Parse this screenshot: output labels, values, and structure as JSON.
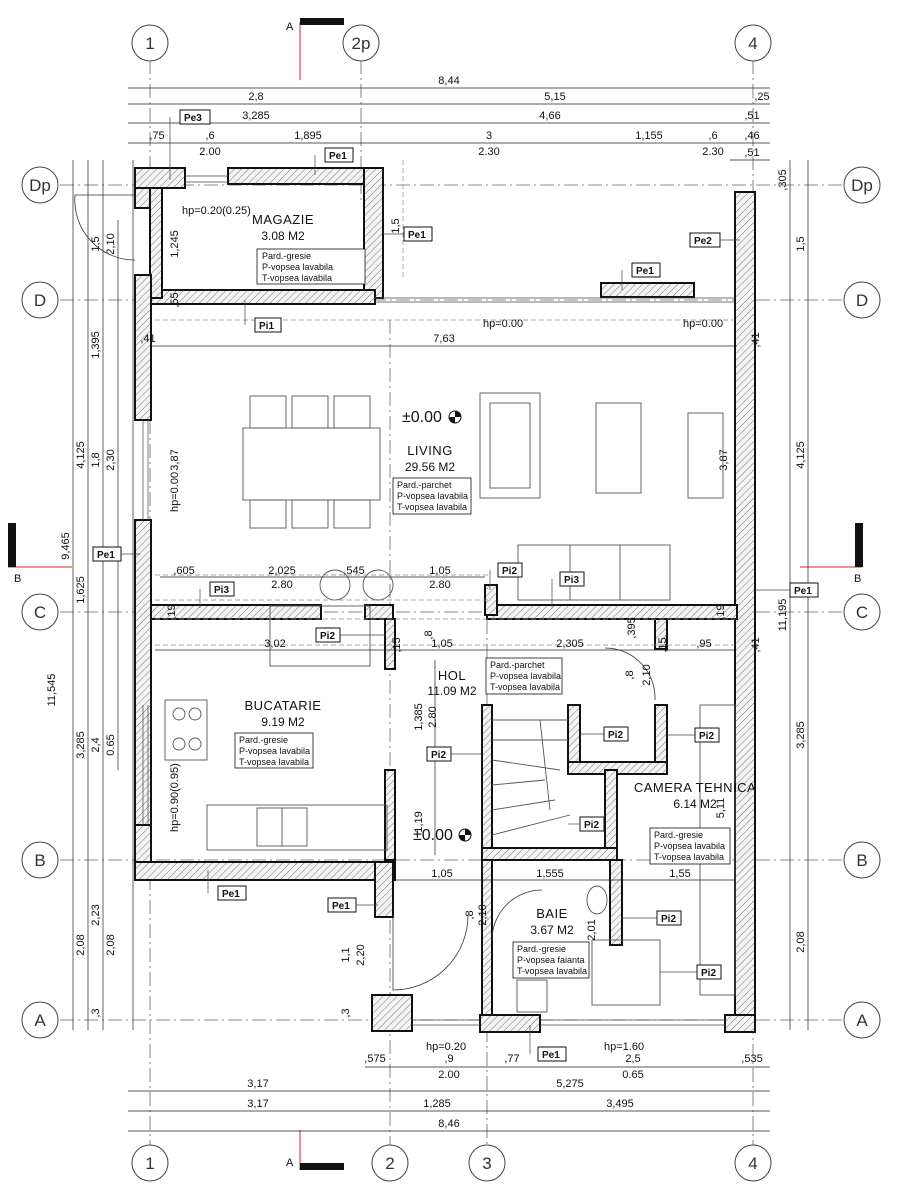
{
  "axes": {
    "top": [
      "1",
      "2p",
      "4"
    ],
    "bottom": [
      "1",
      "2",
      "3",
      "4"
    ],
    "left": [
      "Dp",
      "D",
      "C",
      "B",
      "A"
    ],
    "right": [
      "Dp",
      "D",
      "C",
      "B",
      "A"
    ]
  },
  "section_marks": {
    "a": "A",
    "b": "B"
  },
  "dimensions": {
    "top_overall": "8,44",
    "top_row2": [
      "2,8",
      "5,15",
      ",25"
    ],
    "top_row3": [
      "3,285",
      "4,66",
      ",51"
    ],
    "top_row4": [
      ",75",
      ",6",
      "1,895",
      "3",
      "1,155",
      ",6",
      ",46"
    ],
    "top_row4_sub": [
      "2.00",
      "2.30",
      "2.30",
      ",51"
    ],
    "bottom_row1": [
      ",575",
      ",9",
      ",77",
      "2,5",
      ",535"
    ],
    "bottom_row1_sub": [
      "2.00",
      "0.65"
    ],
    "bottom_row2": [
      "3,17",
      "5,275"
    ],
    "bottom_row3": [
      "3,17",
      "1,285",
      "3,495"
    ],
    "bottom_overall": "8,46",
    "left_outer": [
      "9,465",
      "11,545"
    ],
    "left_col2": [
      "4,125",
      "1,625",
      "3,285",
      "2,08"
    ],
    "left_col3": [
      "1,5",
      "1,395",
      "1,8",
      "2,4",
      "2,23",
      ",3"
    ],
    "left_col4": [
      "2,10",
      "2,30",
      "0.65"
    ],
    "left_col5": [
      "1,245",
      "3,87",
      "2,08"
    ],
    "right_outer": [
      "11,195",
      ",305"
    ],
    "right_inner": [
      "1,5",
      "4,125",
      "3,285",
      "2,08"
    ],
    "interior": {
      "living_width": "7,63",
      "row_c": [
        ",605",
        "2,025",
        ",545",
        "1,05"
      ],
      "row_c_sub": [
        "2.80",
        "2.80"
      ],
      "kitchen_top": "3,02",
      "hall_top": [
        "1,05",
        "2,305",
        ",95"
      ],
      "row_b": [
        "1,05",
        "1,555",
        "1,55"
      ],
      "vert_hall": [
        "1,385",
        "2.80",
        "1,19"
      ],
      "vert_misc": [
        ",55",
        ",41",
        ",19",
        ",15",
        ",395",
        ",41",
        ",41",
        ",19",
        ",15",
        ",8",
        ",8",
        "2,10",
        "2,10",
        "2,01",
        "5,11",
        "3,87",
        "1,1",
        "2,20",
        ",3",
        "1,5",
        ",8"
      ]
    }
  },
  "rooms": [
    {
      "name": "MAGAZIE",
      "area": "3.08  M2",
      "finish": [
        "Pard.-gresie",
        "P-vopsea  lavabila",
        "T-vopsea  lavabila"
      ]
    },
    {
      "name": "LIVING",
      "area": "29.56  M2",
      "finish": [
        "Pard.-parchet",
        "P-vopsea  lavabila",
        "T-vopsea  lavabila"
      ]
    },
    {
      "name": "BUCATARIE",
      "area": "9.19  M2",
      "finish": [
        "Pard.-gresie",
        "P-vopsea  lavabila",
        "T-vopsea  lavabila"
      ]
    },
    {
      "name": "HOL",
      "area": "11.09  M2",
      "finish": [
        "Pard.-parchet",
        "P-vopsea  lavabila",
        "T-vopsea  lavabila"
      ]
    },
    {
      "name": "CAMERA TEHNICA",
      "area": "6.14  M2",
      "finish": [
        "Pard.-gresie",
        "P-vopsea  lavabila",
        "T-vopsea  lavabila"
      ]
    },
    {
      "name": "BAIE",
      "area": "3.67  M2",
      "finish": [
        "Pard.-gresie",
        "P-vopsea  faianta",
        "T-vopsea  lavabila"
      ]
    }
  ],
  "levels": {
    "main": "±0.00",
    "hall": "±0.00",
    "magazie": "hp=0.20(0.25)",
    "living_left": "hp=0.00",
    "living_right": "hp=0.00",
    "living_wall": "hp=0.00",
    "kitchen_wall": "hp=0.90(0.95)",
    "bottom_left": "hp=0.20",
    "bottom_right": "hp=1.60"
  },
  "tags": {
    "pe1": "Pe1",
    "pe2": "Pe2",
    "pe3": "Pe3",
    "pi1": "Pi1",
    "pi2": "Pi2",
    "pi3": "Pi3"
  }
}
